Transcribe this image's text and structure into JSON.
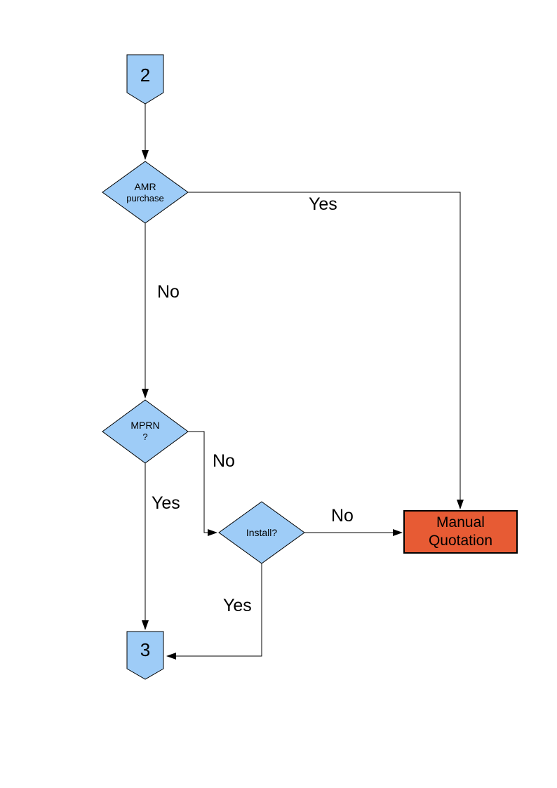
{
  "colors": {
    "shape_fill": "#9ECCF7",
    "shape_border": "#000000",
    "manual_quotation_fill": "#E75B34",
    "line_color": "#000000",
    "text_color": "#000000",
    "background": "#FFFFFF"
  },
  "nodes": {
    "start_connector": {
      "label": "2"
    },
    "amr_purchase": {
      "line1": "AMR",
      "line2": "purchase"
    },
    "mprn": {
      "line1": "MPRN",
      "line2": "?"
    },
    "install": {
      "label": "Install?"
    },
    "manual_quotation": {
      "line1": "Manual",
      "line2": "Quotation"
    },
    "end_connector": {
      "label": "3"
    }
  },
  "edge_labels": {
    "amr_yes": "Yes",
    "amr_no": "No",
    "mprn_no": "No",
    "mprn_yes": "Yes",
    "install_no": "No",
    "install_yes": "Yes"
  }
}
